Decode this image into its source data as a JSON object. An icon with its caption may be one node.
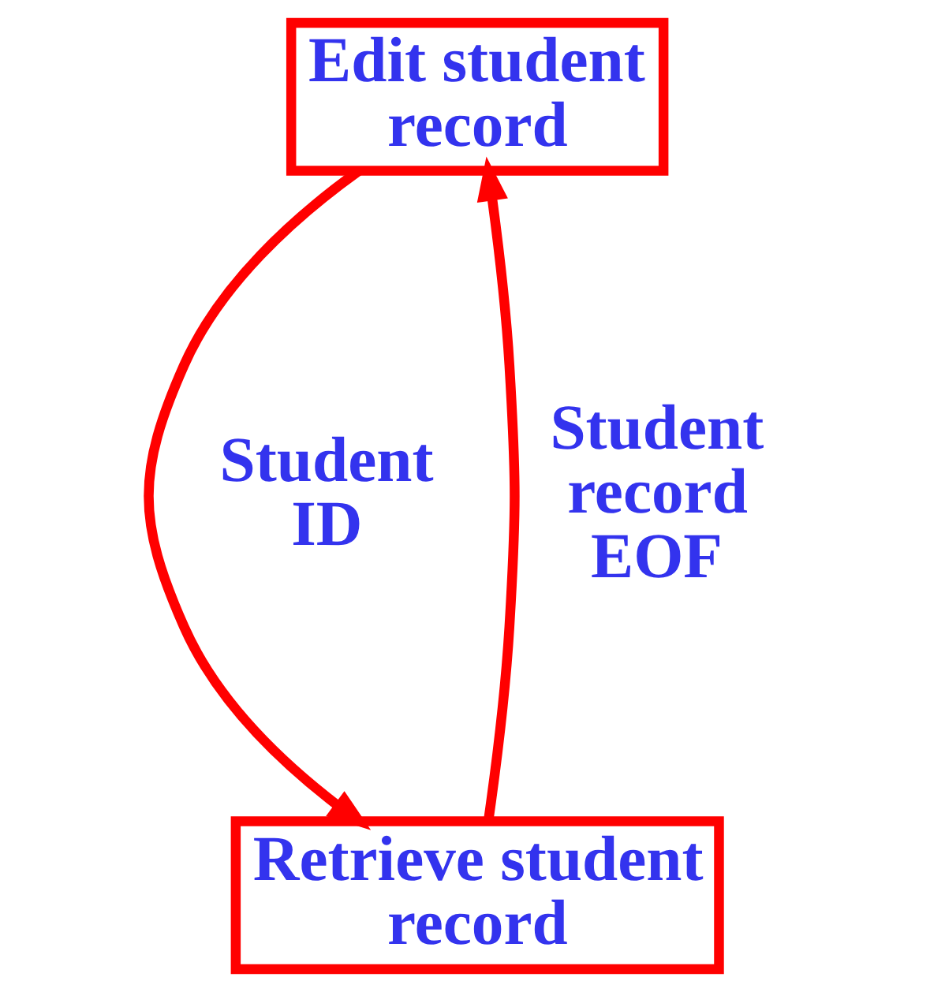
{
  "diagram": {
    "nodes": [
      {
        "text": [
          "Edit student record"
        ]
      },
      {
        "text": [
          "Retrieve student record"
        ]
      }
    ],
    "edges": [
      {
        "from": 0,
        "to": 1,
        "arrow": "to",
        "label": "Student ID"
      },
      {
        "from": 1,
        "to": 0,
        "arrow": "to",
        "label": "Student record EOF"
      }
    ]
  }
}
